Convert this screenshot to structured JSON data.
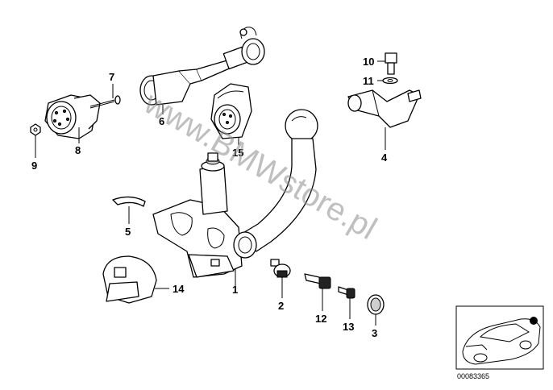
{
  "watermark": "www.BMWstore.pl",
  "reference_number": "00083365",
  "parts": [
    {
      "id": "p1",
      "label": "1"
    },
    {
      "id": "p2",
      "label": "2"
    },
    {
      "id": "p3",
      "label": "3"
    },
    {
      "id": "p4",
      "label": "4"
    },
    {
      "id": "p5",
      "label": "5"
    },
    {
      "id": "p6",
      "label": "6"
    },
    {
      "id": "p7",
      "label": "7"
    },
    {
      "id": "p8",
      "label": "8"
    },
    {
      "id": "p9",
      "label": "9"
    },
    {
      "id": "p10",
      "label": "10"
    },
    {
      "id": "p11",
      "label": "11"
    },
    {
      "id": "p12",
      "label": "12"
    },
    {
      "id": "p13",
      "label": "13"
    },
    {
      "id": "p14",
      "label": "14"
    },
    {
      "id": "p15",
      "label": "15"
    }
  ]
}
